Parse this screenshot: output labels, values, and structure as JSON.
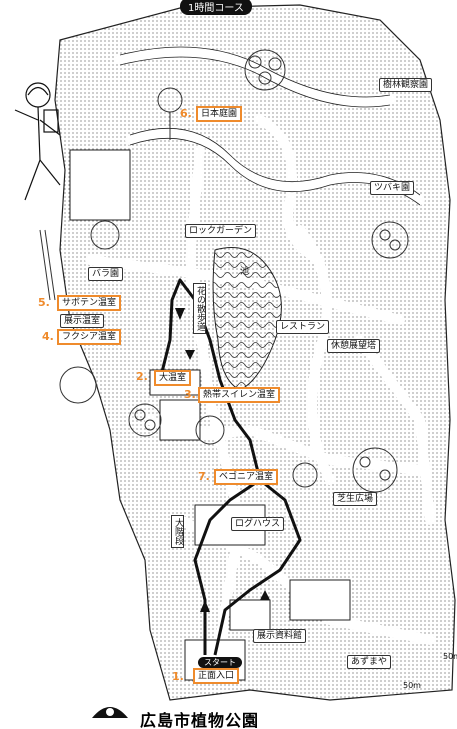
{
  "course_title": "1時間コース",
  "map_title": "広島市植物公園",
  "start_label": "スタート",
  "scale": {
    "right": "50m",
    "bottom": "50m"
  },
  "places": {
    "jumoku": "樹林観察園",
    "tsubaki": "ツバキ園",
    "rock": "ロックガーデン",
    "ike": "池",
    "bara": "バラ園",
    "tenbou": "展示温室",
    "restaurant": "レストラン",
    "kyuukei": "休憩展望塔",
    "log": "ログハウス",
    "shiba": "芝生広場",
    "shiryoukan": "展示資料館",
    "azumaya": "あずまや"
  },
  "vertical": {
    "hana_no_sanpo": "花の散歩道",
    "daikaidan": "大階段"
  },
  "stops": [
    {
      "num": "1.",
      "label": "正面入口"
    },
    {
      "num": "2.",
      "label": "大温室"
    },
    {
      "num": "3.",
      "label": "熱帯スイレン温室"
    },
    {
      "num": "4.",
      "label": "フクシア温室"
    },
    {
      "num": "5.",
      "label": "サボテン温室"
    },
    {
      "num": "6.",
      "label": "日本庭園"
    },
    {
      "num": "7.",
      "label": "ベゴニア温室"
    }
  ]
}
